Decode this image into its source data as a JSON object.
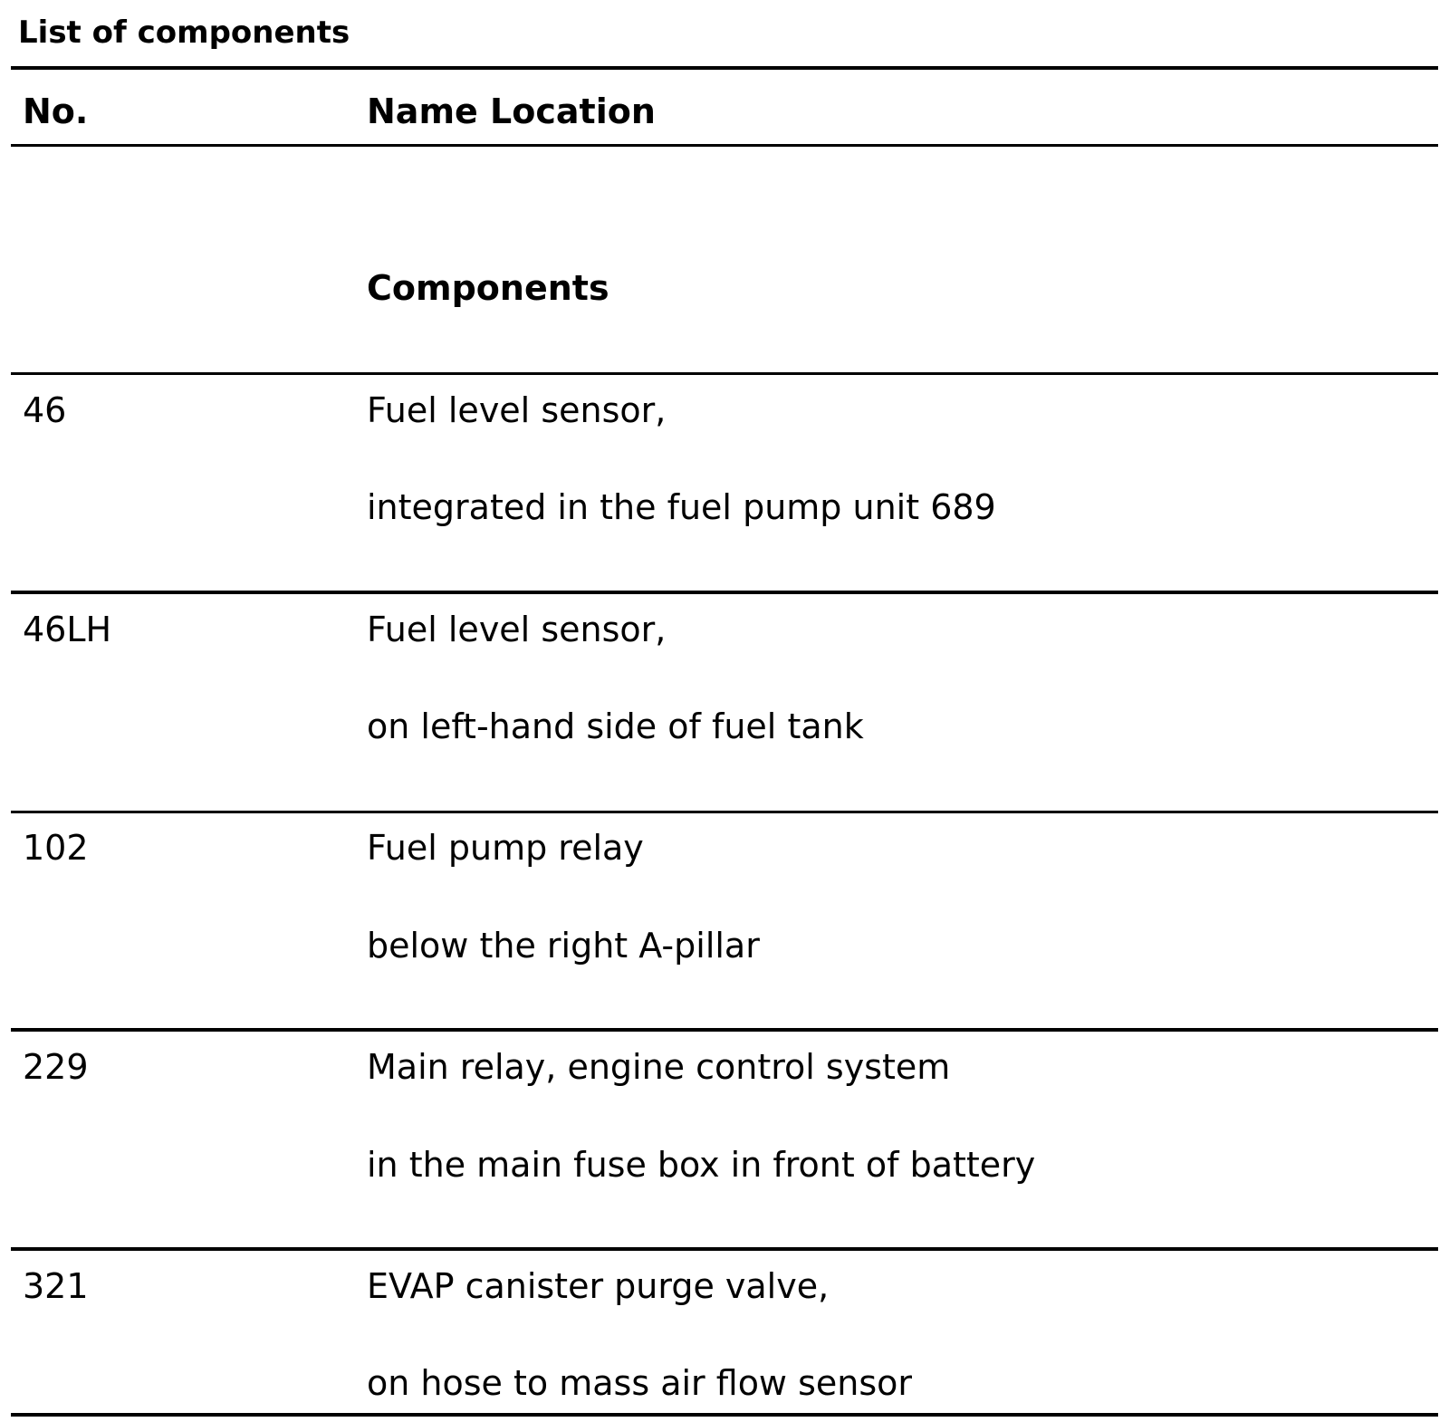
{
  "caption": "List of components",
  "table": {
    "headers": {
      "no": "No.",
      "name_location": "Name Location"
    },
    "section_title": "Components",
    "rows": [
      {
        "no": "46",
        "name": "Fuel level sensor,",
        "location": "integrated in the fuel pump unit 689"
      },
      {
        "no": "46LH",
        "name": "Fuel level sensor,",
        "location": "on left-hand side of fuel tank"
      },
      {
        "no": "102",
        "name": "Fuel pump relay",
        "location": "below the right A-pillar"
      },
      {
        "no": "229",
        "name": "Main relay, engine control system",
        "location": "in the main fuse box in front of battery"
      },
      {
        "no": "321",
        "name": "EVAP canister purge valve,",
        "location": "on hose to mass air flow sensor"
      }
    ]
  }
}
